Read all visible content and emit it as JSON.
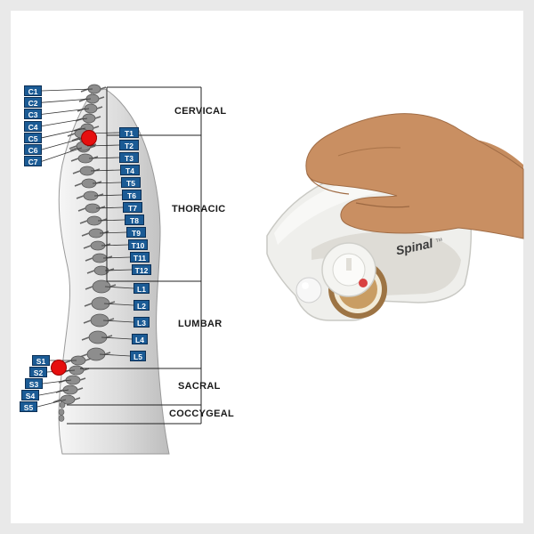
{
  "colors": {
    "label_fill": "#1b5b95",
    "label_border": "#0b2f55",
    "marker": "#e60f0f",
    "bracket": "#222222",
    "frame_bg": "#e9e9e9",
    "panel_bg": "#ffffff"
  },
  "regions": [
    {
      "id": "cervical",
      "label": "CERVICAL",
      "vertebrae": [
        "C1",
        "C2",
        "C3",
        "C4",
        "C5",
        "C6",
        "C7"
      ]
    },
    {
      "id": "thoracic",
      "label": "THORACIC",
      "vertebrae": [
        "T1",
        "T2",
        "T3",
        "T4",
        "T5",
        "T6",
        "T7",
        "T8",
        "T9",
        "T10",
        "T11",
        "T12"
      ]
    },
    {
      "id": "lumbar",
      "label": "LUMBAR",
      "vertebrae": [
        "L1",
        "L2",
        "L3",
        "L4",
        "L5"
      ]
    },
    {
      "id": "sacral",
      "label": "SACRAL",
      "vertebrae": [
        "S1",
        "S2",
        "S3",
        "S4",
        "S5"
      ]
    },
    {
      "id": "coccygeal",
      "label": "COCCYGEAL",
      "vertebrae": []
    }
  ],
  "markers": [
    {
      "at": "T1",
      "label": "upper-marker"
    },
    {
      "at": "S2",
      "label": "lower-marker"
    }
  ],
  "device": {
    "brand": "Spinal",
    "trademark": "TM"
  }
}
